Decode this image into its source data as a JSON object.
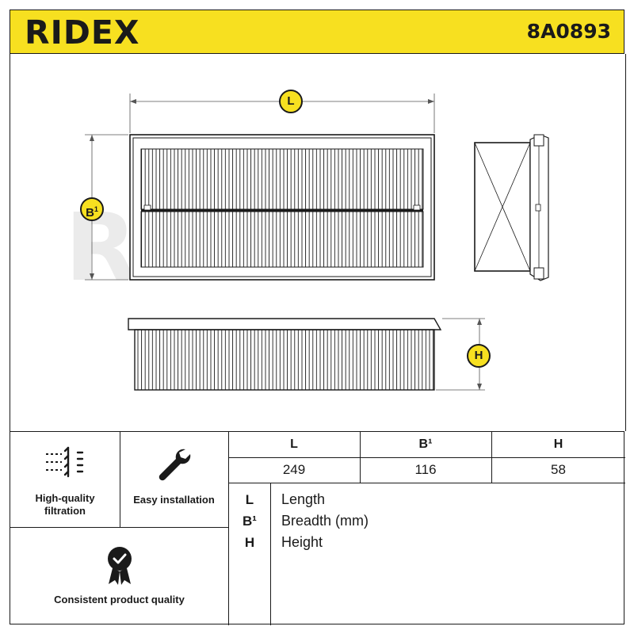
{
  "header": {
    "brand": "RIDEX",
    "part_number": "8A0893",
    "accent_color": "#f7e020"
  },
  "drawing": {
    "watermark": "RIDEX",
    "labels": {
      "length": "L",
      "breadth": "B",
      "breadth_sup": "1",
      "height": "H"
    }
  },
  "features": [
    {
      "icon": "filtration-icon",
      "label_line1": "High-quality",
      "label_line2": "filtration"
    },
    {
      "icon": "wrench-icon",
      "label_line1": "Easy installation"
    },
    {
      "icon": "quality-badge-icon",
      "label_line1": "Consistent product quality"
    }
  ],
  "dimensions": {
    "headers": [
      "L",
      "B¹",
      "H"
    ],
    "values": [
      "249",
      "116",
      "58"
    ]
  },
  "legend": [
    {
      "key": "L",
      "text": "Length"
    },
    {
      "key": "B¹",
      "text": "Breadth (mm)"
    },
    {
      "key": "H",
      "text": "Height"
    }
  ]
}
